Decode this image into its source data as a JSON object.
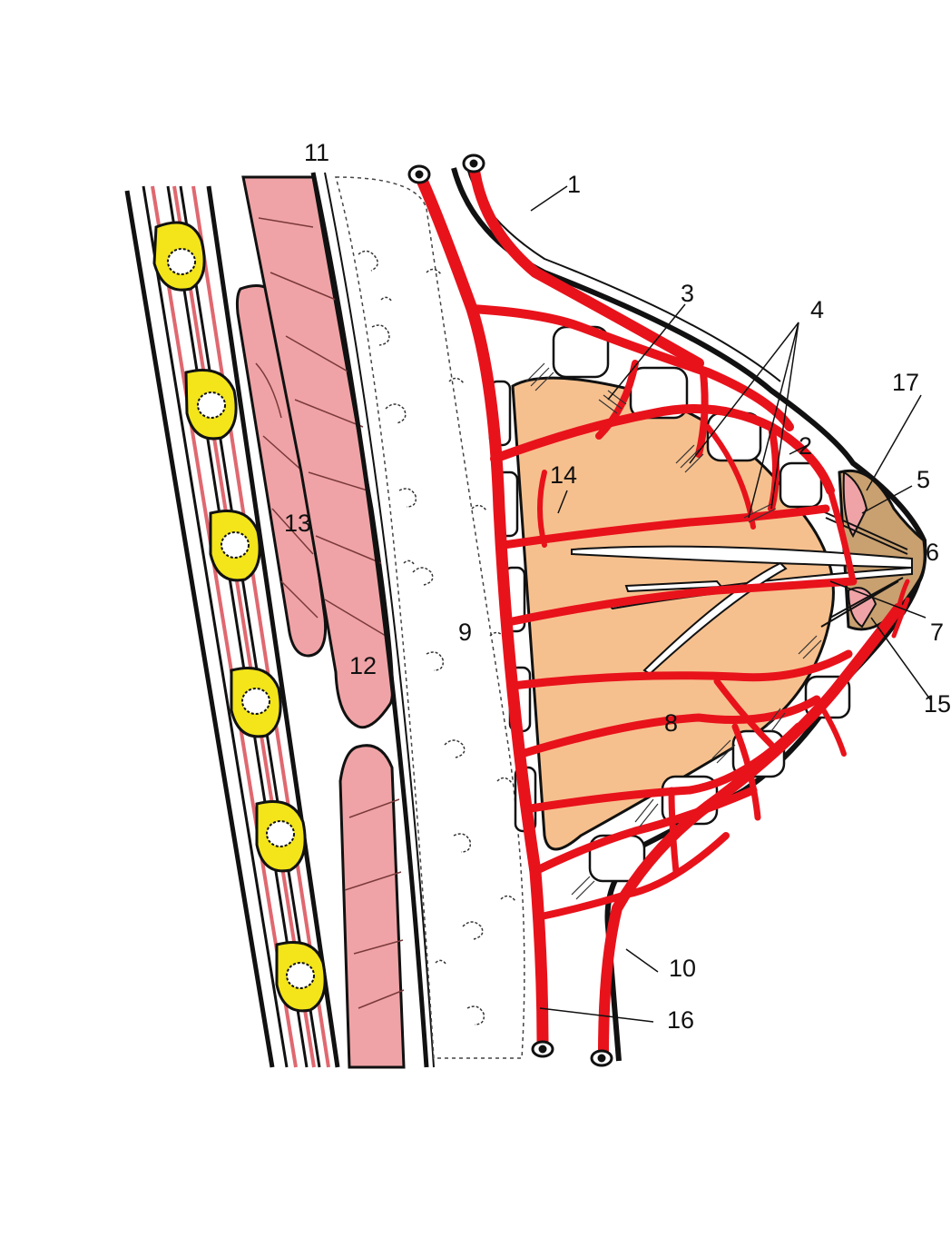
{
  "colors": {
    "background": "#ffffff",
    "outline": "#111111",
    "artery": "#e8121b",
    "gland": "#f6c08e",
    "muscle": "#f0a3a6",
    "rib": "#f3e51a",
    "areola": "#c9a070"
  },
  "labels": {
    "n1": "1",
    "n2": "2",
    "n3": "3",
    "n4": "4",
    "n5": "5",
    "n6": "6",
    "n7": "7",
    "n8": "8",
    "n9": "9",
    "n10": "10",
    "n11": "11",
    "n12": "12",
    "n13": "13",
    "n14": "14",
    "n15": "15",
    "n16": "16",
    "n17": "17"
  }
}
